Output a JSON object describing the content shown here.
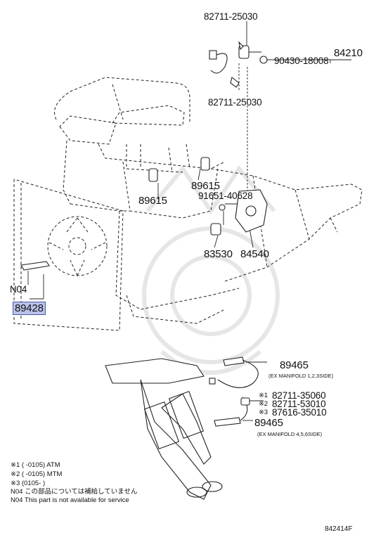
{
  "parts": {
    "p82711_top": "82711-25030",
    "p84210": "84210",
    "p90430": "90430-18008",
    "p82711_mid": "82711-25030",
    "p89615_a": "89615",
    "p89615_b": "89615",
    "p91651": "91651-40628",
    "p83530": "83530",
    "p84540": "84540",
    "n04_label": "N04",
    "p89428": "89428",
    "p89465_a": "89465",
    "p89465_a_note": "(EX MANIFOLD 1,2,3SIDE)",
    "p82711_35060": "82711-35060",
    "p82711_53010": "82711-53010",
    "p87616": "87616-35010",
    "mark1": "※1",
    "mark2": "※2",
    "mark3": "※3",
    "p89465_b": "89465",
    "p89465_b_note": "(EX MANIFOLD 4,5,6SIDE)"
  },
  "notes": {
    "line1": "※1 (      -0105)  ATM",
    "line2": "※2 (      -0105)  MTM",
    "line3": "※3 (0105-       )",
    "line4": "N04 この部品については補給していません",
    "line5": "N04 This part is not available for service"
  },
  "figure_id": "842414F",
  "colors": {
    "highlight": "#b9c2e8",
    "highlight_border": "#4a5aa8",
    "ink": "#111111"
  }
}
